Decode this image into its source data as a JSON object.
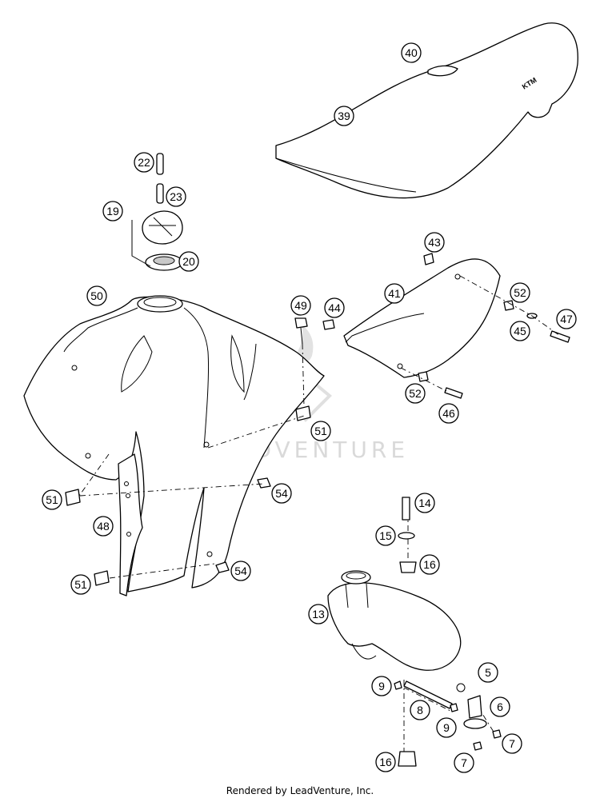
{
  "footer_text": "Rendered by LeadVenture, Inc.",
  "watermark_text": "LEADVENTURE",
  "seat_logo_text": "KTM",
  "callouts": [
    {
      "id": "40",
      "label": "40"
    },
    {
      "id": "39",
      "label": "39"
    },
    {
      "id": "22",
      "label": "22"
    },
    {
      "id": "23",
      "label": "23"
    },
    {
      "id": "19",
      "label": "19"
    },
    {
      "id": "20",
      "label": "20"
    },
    {
      "id": "43",
      "label": "43"
    },
    {
      "id": "41",
      "label": "41"
    },
    {
      "id": "52a",
      "label": "52"
    },
    {
      "id": "44",
      "label": "44"
    },
    {
      "id": "45",
      "label": "45"
    },
    {
      "id": "47",
      "label": "47"
    },
    {
      "id": "52b",
      "label": "52"
    },
    {
      "id": "46",
      "label": "46"
    },
    {
      "id": "50",
      "label": "50"
    },
    {
      "id": "49",
      "label": "49"
    },
    {
      "id": "51a",
      "label": "51"
    },
    {
      "id": "51b",
      "label": "51"
    },
    {
      "id": "54a",
      "label": "54"
    },
    {
      "id": "48",
      "label": "48"
    },
    {
      "id": "54b",
      "label": "54"
    },
    {
      "id": "51c",
      "label": "51"
    },
    {
      "id": "14",
      "label": "14"
    },
    {
      "id": "15",
      "label": "15"
    },
    {
      "id": "16a",
      "label": "16"
    },
    {
      "id": "13",
      "label": "13"
    },
    {
      "id": "5",
      "label": "5"
    },
    {
      "id": "9a",
      "label": "9"
    },
    {
      "id": "8",
      "label": "8"
    },
    {
      "id": "6",
      "label": "6"
    },
    {
      "id": "9b",
      "label": "9"
    },
    {
      "id": "7a",
      "label": "7"
    },
    {
      "id": "7b",
      "label": "7"
    },
    {
      "id": "16b",
      "label": "16"
    }
  ]
}
